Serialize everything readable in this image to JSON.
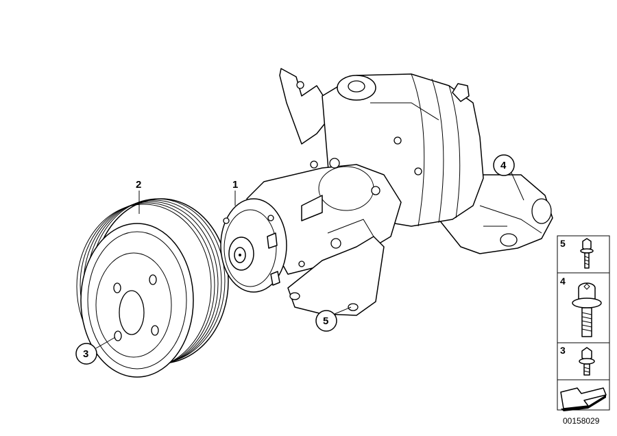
{
  "diagram": {
    "callouts": {
      "pump": "1",
      "pulley": "2",
      "pulley_bolt": "3",
      "rear_bracket_bolt": "4",
      "front_bracket_bolt": "5"
    },
    "legend": [
      {
        "number": "5",
        "part": "hex-flange-bolt-small-icon"
      },
      {
        "number": "4",
        "part": "torx-flange-bolt-long-icon"
      },
      {
        "number": "3",
        "part": "hex-flange-bolt-short-icon"
      },
      {
        "number": "",
        "part": "arrow-shim-icon"
      }
    ],
    "reference_number": "00158029",
    "colors": {
      "line": "#000000",
      "background": "#ffffff"
    }
  }
}
